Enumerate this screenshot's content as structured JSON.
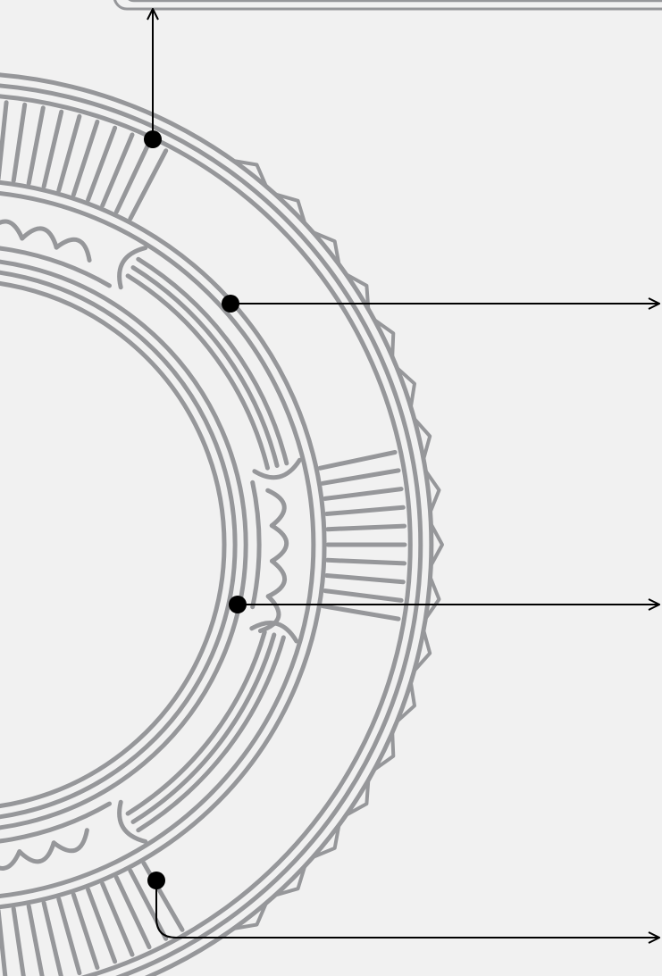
{
  "colors": {
    "background": "#f1f1f1",
    "ornament": "#96979a",
    "callout": "#000000"
  },
  "ornament": {
    "name": "circular-band-ornament",
    "elements": [
      "outer-rim",
      "outer-spokes",
      "tooth-ridge",
      "loop-channel",
      "inner-rings",
      "scallop-row",
      "inner-opening"
    ]
  },
  "callouts": [
    {
      "name": "callout-top",
      "target": "outer-rim",
      "direction": "up",
      "label": ""
    },
    {
      "name": "callout-upper-right",
      "target": "loop-channel",
      "direction": "right",
      "label": ""
    },
    {
      "name": "callout-middle-right",
      "target": "inner-rings",
      "direction": "right",
      "label": ""
    },
    {
      "name": "callout-bottom-right",
      "target": "outer-spokes",
      "direction": "right",
      "label": ""
    }
  ],
  "top_box": {
    "name": "label-box-top",
    "text": ""
  }
}
